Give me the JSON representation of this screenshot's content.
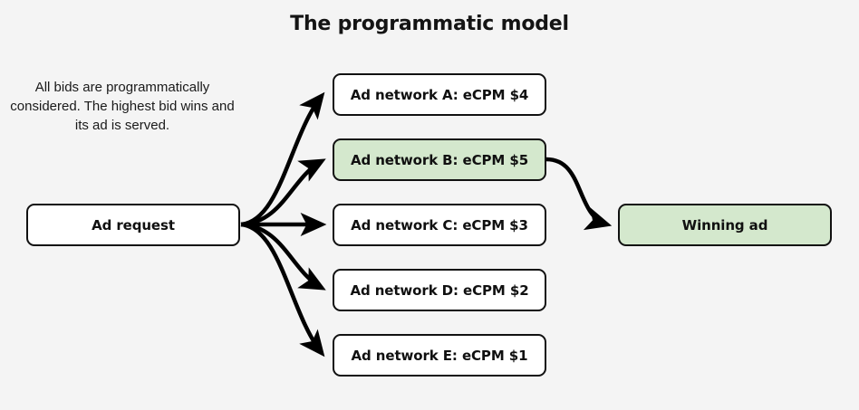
{
  "page": {
    "background_color": "#f4f4f4",
    "title": "The programmatic model"
  },
  "caption": {
    "text": "All bids are programmatically considered. The highest bid wins and its ad is served."
  },
  "colors": {
    "node_fill": "#ffffff",
    "node_highlight_fill": "#d4e8cd",
    "node_stroke": "#111111",
    "edge_stroke": "#000000",
    "text": "#101010"
  },
  "nodes": {
    "source": {
      "id": "ad-request",
      "label": "Ad request",
      "highlighted": false
    },
    "networks": [
      {
        "id": "ad-network-a",
        "label": "Ad network A: eCPM $4",
        "network": "A",
        "ecpm": 4,
        "highlighted": false
      },
      {
        "id": "ad-network-b",
        "label": "Ad network B: eCPM $5",
        "network": "B",
        "ecpm": 5,
        "highlighted": true
      },
      {
        "id": "ad-network-c",
        "label": "Ad network C: eCPM $3",
        "network": "C",
        "ecpm": 3,
        "highlighted": false
      },
      {
        "id": "ad-network-d",
        "label": "Ad network D: eCPM $2",
        "network": "D",
        "ecpm": 2,
        "highlighted": false
      },
      {
        "id": "ad-network-e",
        "label": "Ad network E: eCPM $1",
        "network": "E",
        "ecpm": 1,
        "highlighted": false
      }
    ],
    "winner": {
      "id": "winning-ad",
      "label": "Winning ad",
      "highlighted": true
    }
  },
  "edges": [
    {
      "from": "ad-request",
      "to": "ad-network-a"
    },
    {
      "from": "ad-request",
      "to": "ad-network-b"
    },
    {
      "from": "ad-request",
      "to": "ad-network-c"
    },
    {
      "from": "ad-request",
      "to": "ad-network-d"
    },
    {
      "from": "ad-request",
      "to": "ad-network-e"
    },
    {
      "from": "ad-network-b",
      "to": "winning-ad"
    }
  ]
}
